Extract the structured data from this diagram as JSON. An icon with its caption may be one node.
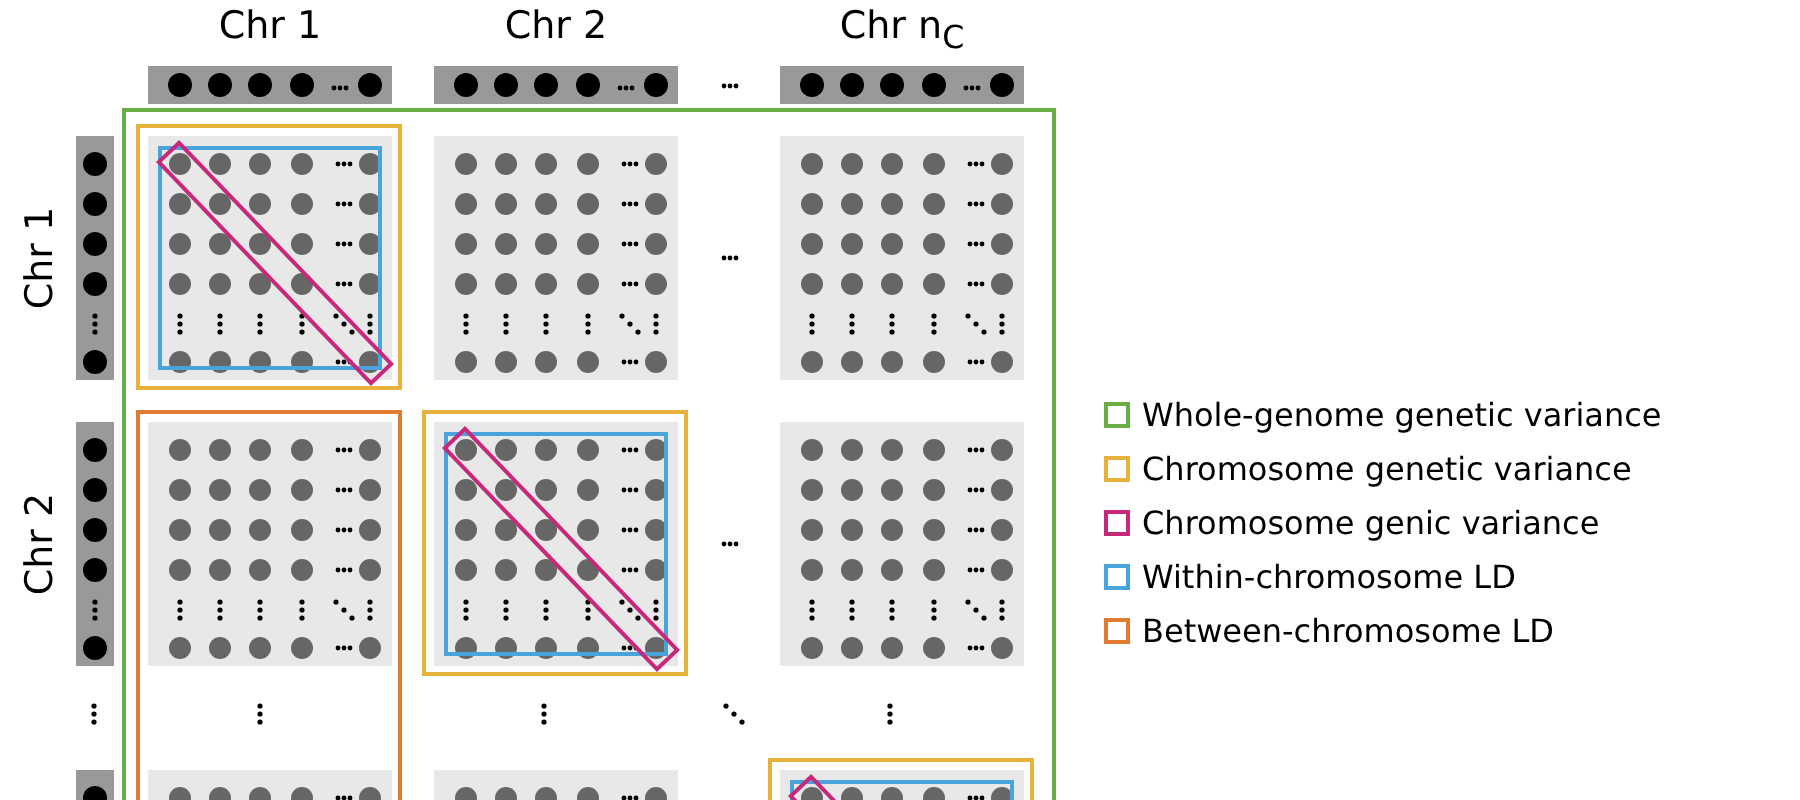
{
  "diagram": {
    "labels": [
      "Chr 1",
      "Chr 2",
      "Chr n$_{C}$",
      "Chr 1",
      "Chr 2"
    ],
    "legend": [
      {
        "text": "Whole-genome genetic variance",
        "color": "#6aad45"
      },
      {
        "text": "Chromosome genetic variance",
        "color": "#e6b23a"
      },
      {
        "text": "Chromosome genic variance",
        "color": "#c8287a"
      },
      {
        "text": "Within-chromosome LD",
        "color": "#4ba3dc"
      },
      {
        "text": "Between-chromosome LD",
        "color": "#e07b30"
      }
    ]
  }
}
